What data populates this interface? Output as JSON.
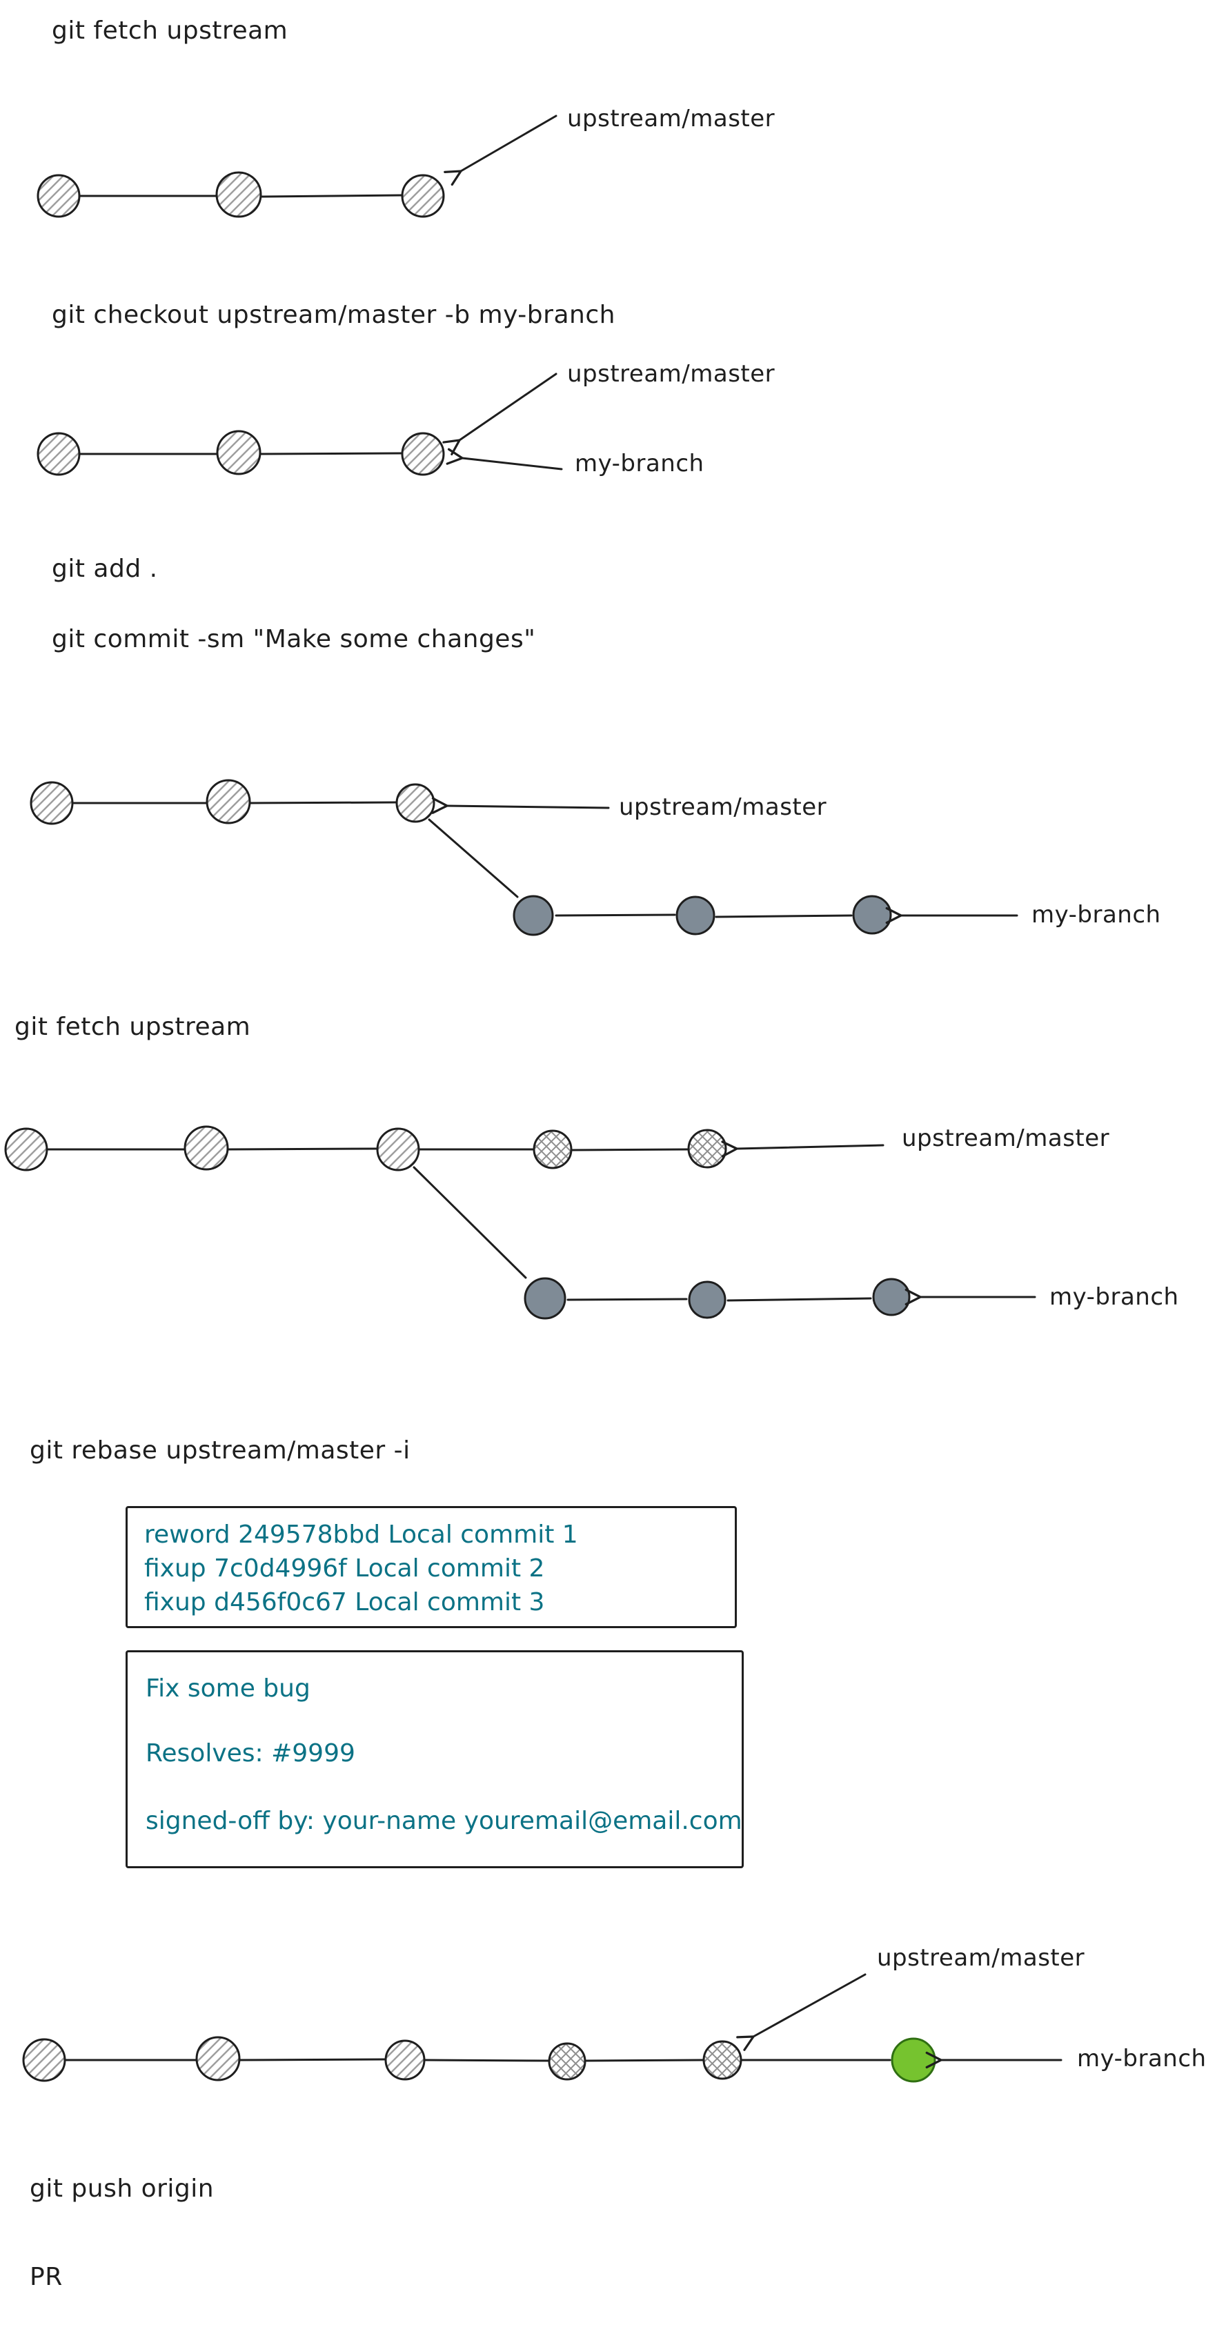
{
  "colors": {
    "ink": "#1e1e1e",
    "teal": "#0b7285",
    "commit_gray": "#7f8b96",
    "commit_green": "#76c32f"
  },
  "steps": {
    "fetch1": "git fetch upstream",
    "checkout": "git checkout upstream/master -b my-branch",
    "add": "git add .",
    "commit": "git commit -sm \"Make some changes\"",
    "fetch2": "git fetch upstream",
    "rebase": "git rebase upstream/master -i",
    "push": "git push origin",
    "pr": "PR"
  },
  "labels": {
    "upstream_master": "upstream/master",
    "my_branch": "my-branch"
  },
  "rebase_todo": {
    "lines": [
      "reword 249578bbd Local commit 1",
      "fixup 7c0d4996f Local commit 2",
      "fixup d456f0c67 Local commit 3"
    ]
  },
  "commit_message": {
    "title": "Fix some bug",
    "resolves": "Resolves: #9999",
    "signoff": "signed-off by: your-name youremail@email.com"
  }
}
